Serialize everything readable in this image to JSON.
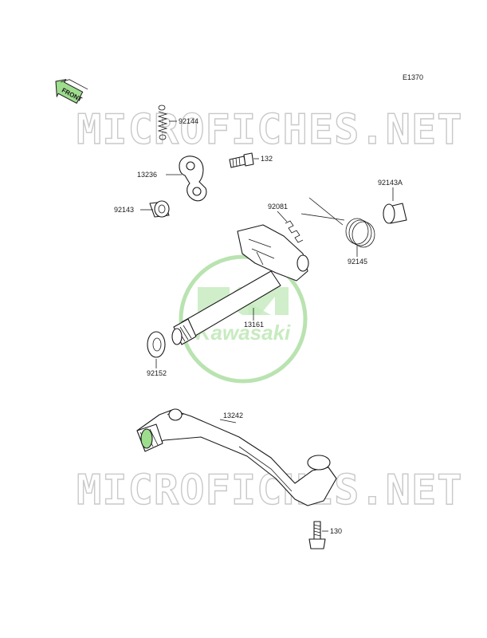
{
  "diagram_code": "E1370",
  "front_label": "FRONT",
  "watermark": {
    "text": "MICROFICHES.NET",
    "brand": "Kawasaki",
    "color": "#cfd8cf",
    "logo_color": "#b9e3b0"
  },
  "colors": {
    "part_highlight": "#9edc8e",
    "line": "#1a1a1a"
  },
  "parts": [
    {
      "id": "92144",
      "label": "92144"
    },
    {
      "id": "132",
      "label": "132"
    },
    {
      "id": "13236",
      "label": "13236"
    },
    {
      "id": "92143",
      "label": "92143"
    },
    {
      "id": "92081",
      "label": "92081"
    },
    {
      "id": "92143A",
      "label": "92143A"
    },
    {
      "id": "92145",
      "label": "92145"
    },
    {
      "id": "13161",
      "label": "13161"
    },
    {
      "id": "92152",
      "label": "92152"
    },
    {
      "id": "13242",
      "label": "13242"
    },
    {
      "id": "130",
      "label": "130"
    }
  ]
}
